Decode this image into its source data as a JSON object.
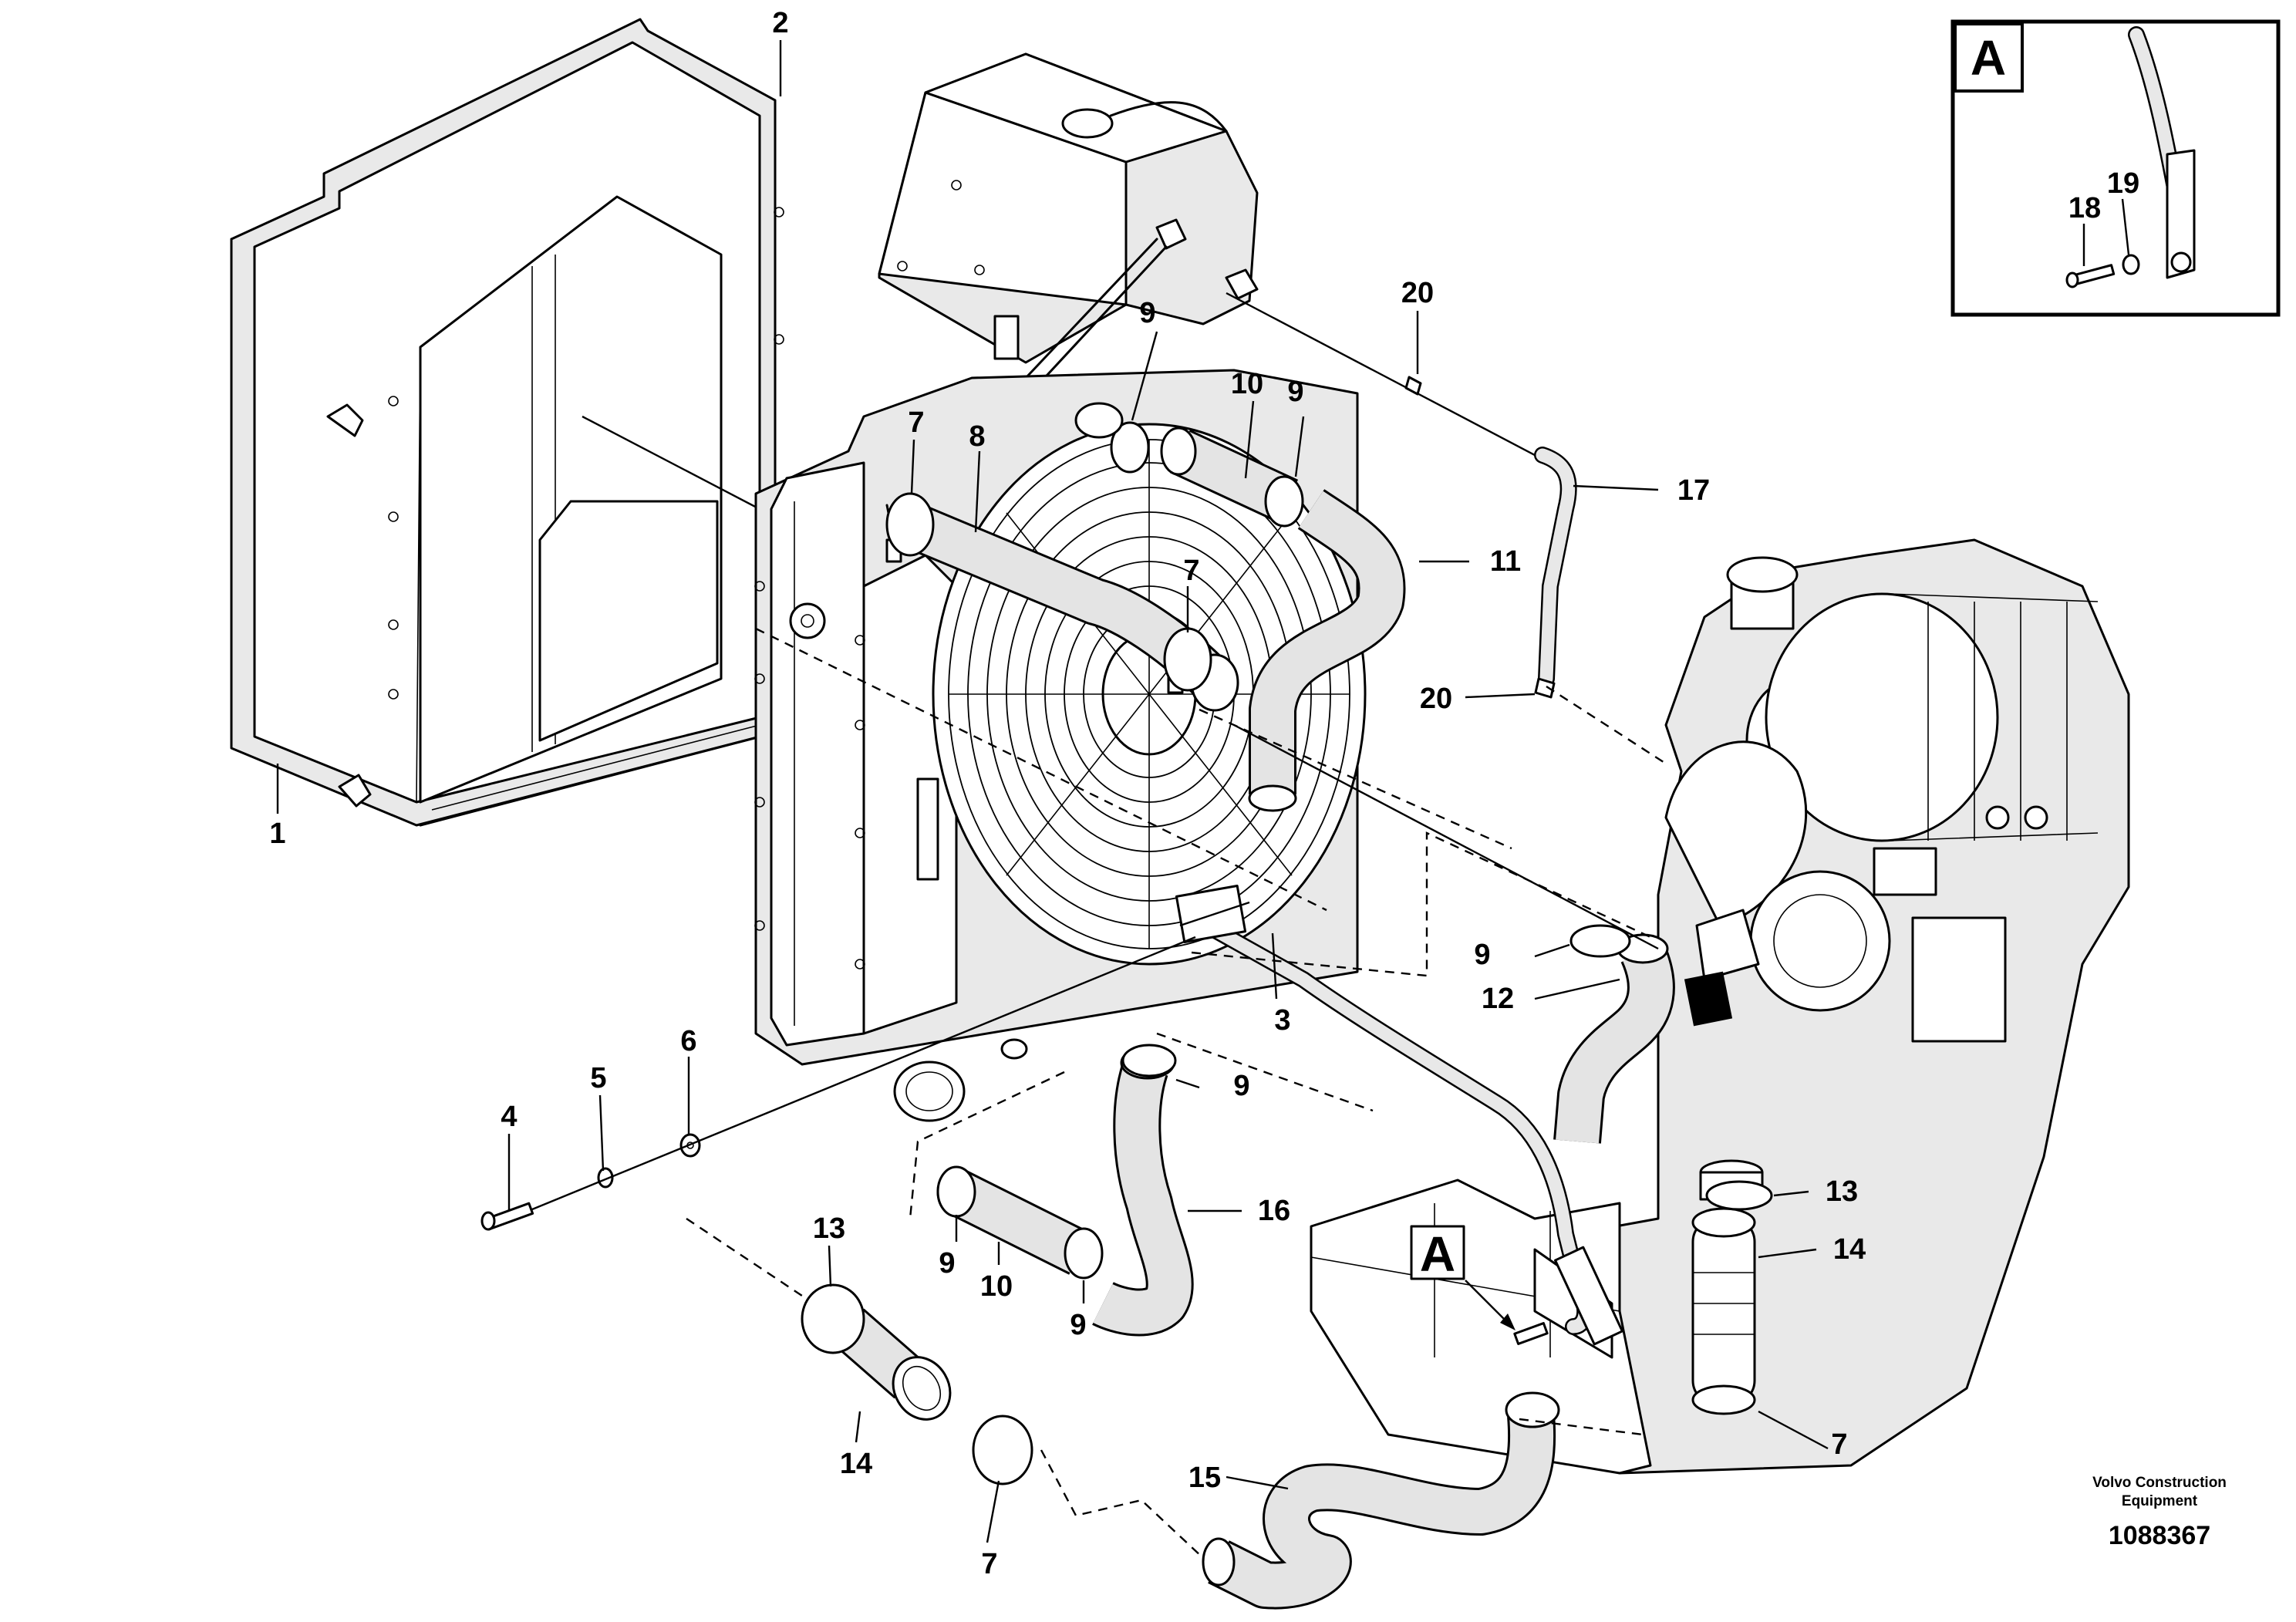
{
  "callouts": {
    "c1": "1",
    "c2": "2",
    "c3": "3",
    "c4": "4",
    "c5": "5",
    "c6": "6",
    "c7a": "7",
    "c7b": "7",
    "c7c": "7",
    "c7d": "7",
    "c8": "8",
    "c9a": "9",
    "c9b": "9",
    "c9c": "9",
    "c9d": "9",
    "c9e": "9",
    "c9f": "9",
    "c10a": "10",
    "c10b": "10",
    "c11": "11",
    "c12": "12",
    "c13a": "13",
    "c13b": "13",
    "c14a": "14",
    "c14b": "14",
    "c15": "15",
    "c16": "16",
    "c17": "17",
    "c18": "18",
    "c19": "19",
    "c20a": "20",
    "c20b": "20"
  },
  "detail_view": {
    "letter": "A",
    "reference_letter": "A"
  },
  "footer": {
    "brand_line1": "Volvo Construction",
    "brand_line2": "Equipment",
    "document_number": "1088367"
  }
}
